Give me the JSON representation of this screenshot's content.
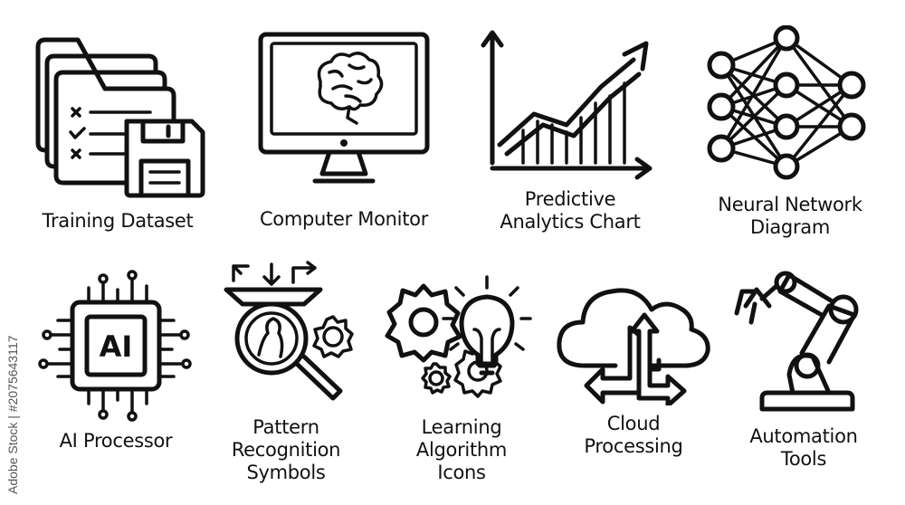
{
  "icons": [
    {
      "label": "Training Dataset",
      "icon": "folders-floppy-icon"
    },
    {
      "label": "Computer Monitor",
      "icon": "monitor-brain-icon"
    },
    {
      "label": "Predictive\nAnalytics Chart",
      "icon": "growth-chart-icon"
    },
    {
      "label": "Neural Network\nDiagram",
      "icon": "neural-network-icon"
    },
    {
      "label": "AI Processor",
      "icon": "ai-chip-icon",
      "chip_text": "AI"
    },
    {
      "label": "Pattern\nRecognition\nSymbols",
      "icon": "funnel-magnifier-icon"
    },
    {
      "label": "Learning\nAlgorithm\nIcons",
      "icon": "gears-lightbulb-icon"
    },
    {
      "label": "Cloud\nProcessing",
      "icon": "cloud-arrows-icon"
    },
    {
      "label": "Automation\nTools",
      "icon": "robot-arm-icon"
    }
  ],
  "watermark": "Adobe Stock | #2075643117",
  "colors": {
    "stroke": "#111111",
    "background": "#ffffff"
  }
}
